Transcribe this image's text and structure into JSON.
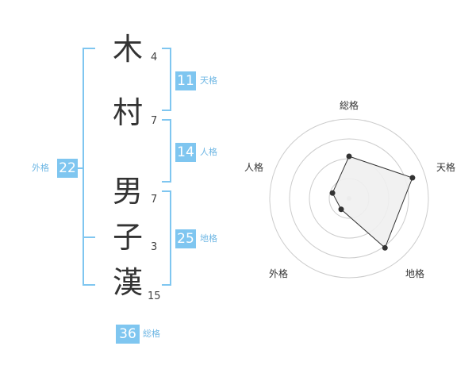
{
  "characters": [
    {
      "char": "木",
      "strokes": "4"
    },
    {
      "char": "村",
      "strokes": "7"
    },
    {
      "char": "男",
      "strokes": "7"
    },
    {
      "char": "子",
      "strokes": "3"
    },
    {
      "char": "漢",
      "strokes": "15"
    }
  ],
  "fortunes": {
    "tenkaku": {
      "value": "11",
      "label": "天格"
    },
    "jinkaku": {
      "value": "14",
      "label": "人格"
    },
    "chikaku": {
      "value": "25",
      "label": "地格"
    },
    "gaikaku": {
      "value": "22",
      "label": "外格"
    },
    "soukaku": {
      "value": "36",
      "label": "総格"
    }
  },
  "radar": {
    "axes": [
      "総格",
      "天格",
      "地格",
      "外格",
      "人格"
    ],
    "levels": 4,
    "values": [
      0.53,
      0.84,
      0.77,
      0.17,
      0.22
    ],
    "fill_color": "#efefef",
    "line_color": "#333333",
    "grid_color": "#cccccc"
  },
  "colors": {
    "accent": "#7fc6f0",
    "accent_text": "#6fb7e4"
  }
}
